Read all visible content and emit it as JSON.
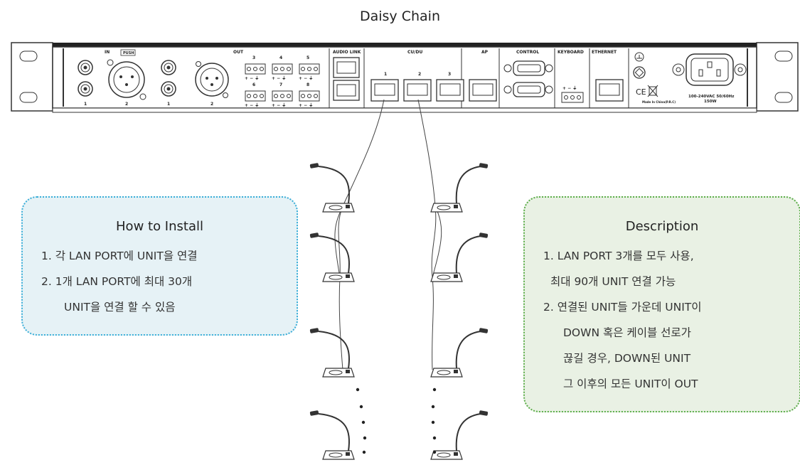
{
  "title": "Daisy Chain",
  "rack_labels": {
    "in": "IN",
    "push": "PUSH",
    "in_1": "1",
    "in_2": "2",
    "out": "OUT",
    "out_1": "1",
    "out_2": "2",
    "out_ports_top": [
      "3",
      "4",
      "5"
    ],
    "out_ports_bottom": [
      "6",
      "7",
      "8"
    ],
    "terminal_marks": "+ − ⏚",
    "audio_link": "AUDIO LINK",
    "cudu": "CU/DU",
    "cudu_ports": [
      "1",
      "2",
      "3"
    ],
    "ap": "AP",
    "control": "CONTROL",
    "keyboard": "KEYBOARD",
    "ethernet": "ETHERNET",
    "voltage": "100-240VAC 50/60Hz",
    "power": "150W",
    "made_in": "Made In China(P.R.C)",
    "ce": "CE"
  },
  "install": {
    "heading": "How to Install",
    "lines": [
      "1. 각 LAN PORT에 UNIT을 연결",
      "2. 1개 LAN PORT에 최대 30개",
      "UNIT을 연결 할 수 있음"
    ]
  },
  "description": {
    "heading": "Description",
    "lines": [
      "1. LAN PORT 3개를 모두 사용,",
      "최대 90개 UNIT 연결 가능",
      "2. 연결된 UNIT들 가운데 UNIT이",
      "DOWN 혹은 케이블 선로가",
      "끊길 경우, DOWN된 UNIT",
      "그 이후의 모든 UNIT이 OUT"
    ]
  },
  "colors": {
    "install_border": "#3aaed8",
    "install_fill": "#e6f2f6",
    "description_border": "#5cae4a",
    "description_fill": "#e9f1e4"
  }
}
